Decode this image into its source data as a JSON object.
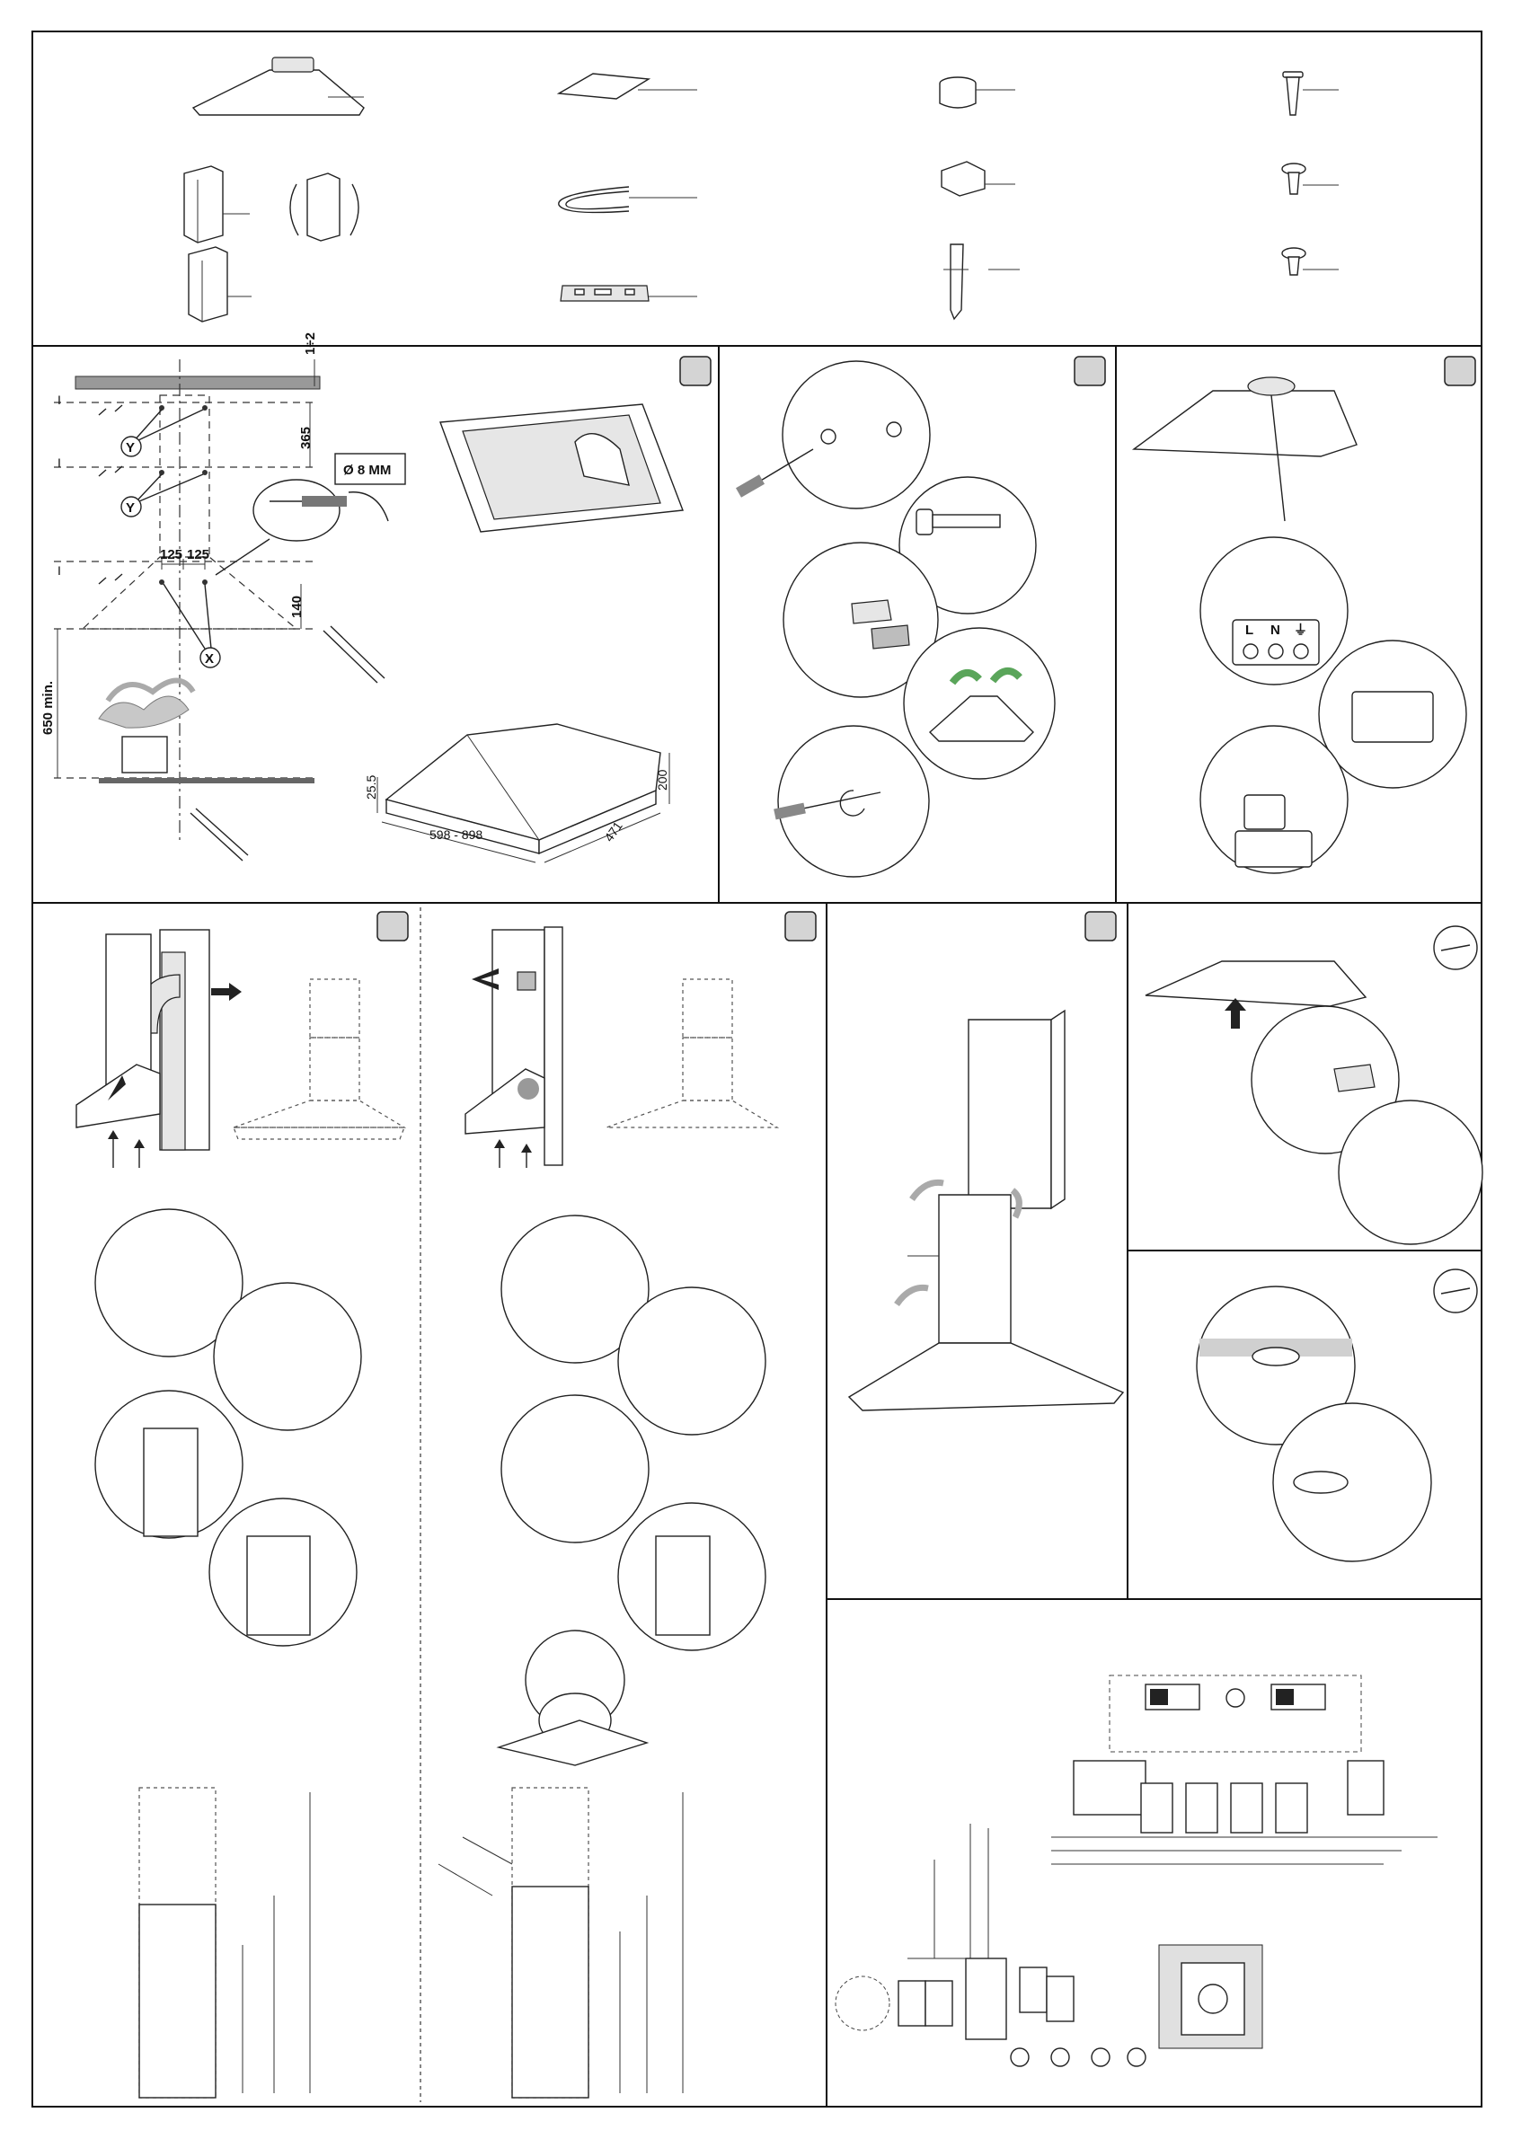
{
  "colors": {
    "line": "#222222",
    "step_badge": "#d4d4d4",
    "gray_fill": "#e6e6e6",
    "accent_green": "#5aa55a"
  },
  "icons": {
    "service": "wrench-icon",
    "ground": "ground-symbol-icon"
  },
  "installation": {
    "dim_1_2": "1÷2",
    "dim_365": "365",
    "dim_125a": "125",
    "dim_125b": "125",
    "dim_140": "140",
    "dim_650": "650 min.",
    "drill_label": "Ø 8 MM",
    "label_y1": "Y",
    "label_y2": "Y",
    "label_x": "X",
    "mark_1a": "I",
    "mark_1b": "I",
    "mark_1c": "I"
  },
  "hood_dims": {
    "width": "598 - 898",
    "depth": "471",
    "height": "200",
    "rim": "25.5"
  },
  "electrical": {
    "terminal_l": "L",
    "terminal_n": "N"
  }
}
